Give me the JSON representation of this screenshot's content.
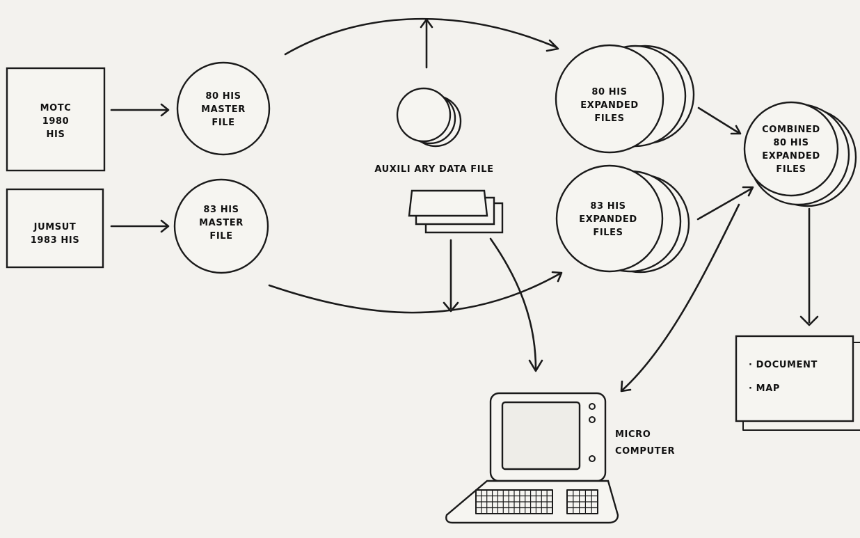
{
  "nodes": {
    "motc_box": {
      "lines": [
        "MOTC",
        "1980",
        "HIS"
      ]
    },
    "jumsut_box": {
      "lines": [
        "JUMSUT",
        "1983 HIS"
      ]
    },
    "master_80": {
      "lines": [
        "80 HIS",
        "MASTER",
        "FILE"
      ]
    },
    "master_83": {
      "lines": [
        "83 HIS",
        "MASTER",
        "FILE"
      ]
    },
    "auxiliary": {
      "label": "AUXILI ARY  DATA  FILE"
    },
    "expanded_80": {
      "lines": [
        "80  HIS",
        "EXPANDED",
        "FILES"
      ]
    },
    "expanded_83": {
      "lines": [
        "83  HIS",
        "EXPANDED",
        "FILES"
      ]
    },
    "combined": {
      "lines": [
        "COMBINED",
        "80  HIS",
        "EXPANDED",
        "FILES"
      ]
    },
    "output_doc": {
      "items": [
        "· DOCUMENT",
        "· MAP"
      ]
    },
    "micro_computer": {
      "lines": [
        "MICRO",
        "COMPUTER"
      ]
    }
  }
}
